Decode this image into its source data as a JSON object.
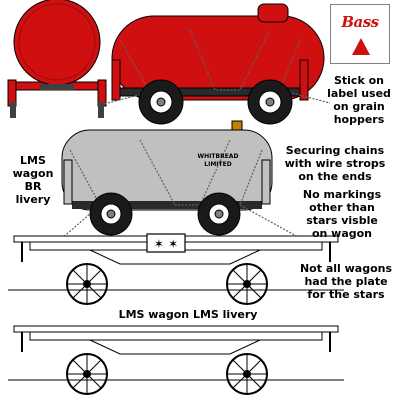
{
  "colors": {
    "red_tank": "#d01010",
    "grey_tank": "#c0c0c0",
    "chain": "#606060",
    "outline": "#000000",
    "logo_red": "#d01010"
  },
  "logo": {
    "brand_text": "Bass",
    "mark": "red-triangle"
  },
  "notes": {
    "stick_on_label": "Stick on\nlabel used\non grain\nhoppers",
    "lms_br": "LMS\nwagon\nBR\nlivery",
    "securing_chains": "Securing chains\nwith wire strops\non the ends",
    "no_markings": "No markings\nother than\nstars visble\non wagon",
    "plate_note": "Not all wagons\nhad the plate\nfor the stars",
    "lms_lms": "LMS wagon LMS livery"
  },
  "tank_plate": {
    "line1": "WHITBREAD",
    "line2": "LIMITED"
  },
  "star_plate": {
    "stars": "✶ ✶"
  }
}
